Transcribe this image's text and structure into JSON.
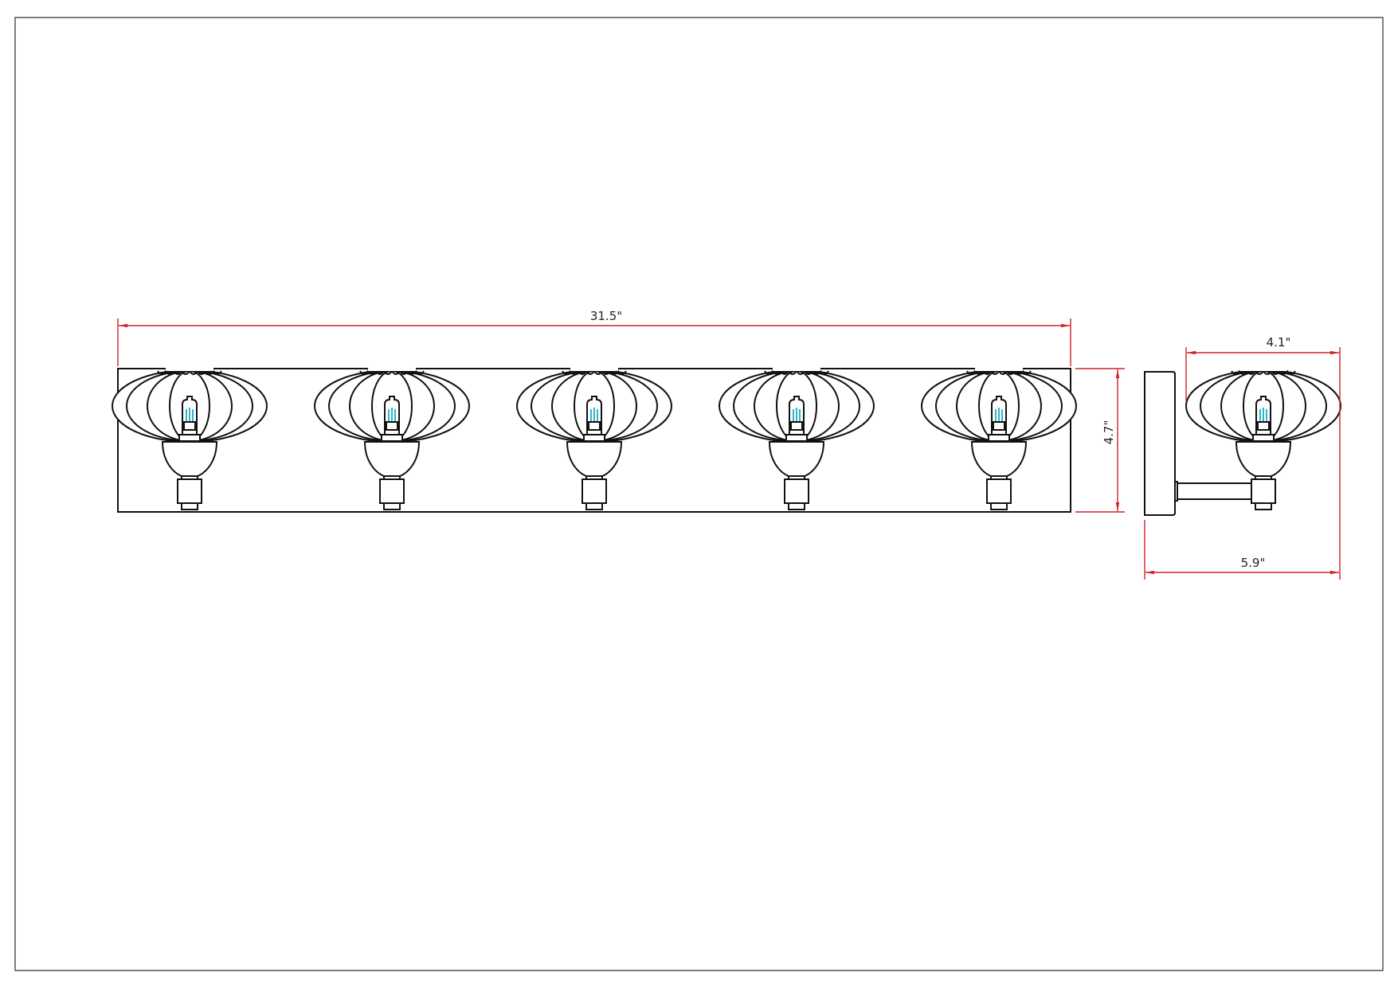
{
  "drawing": {
    "front_view": {
      "fixture_count": 5,
      "width_label": "31.5\"",
      "height_label": "4.7\""
    },
    "side_view": {
      "shade_width_label": "4.1\"",
      "depth_label": "5.9\""
    },
    "colors": {
      "line": "#111111",
      "dimension": "#d0202a",
      "filament": "#2ab7c9",
      "border": "#555555"
    }
  }
}
